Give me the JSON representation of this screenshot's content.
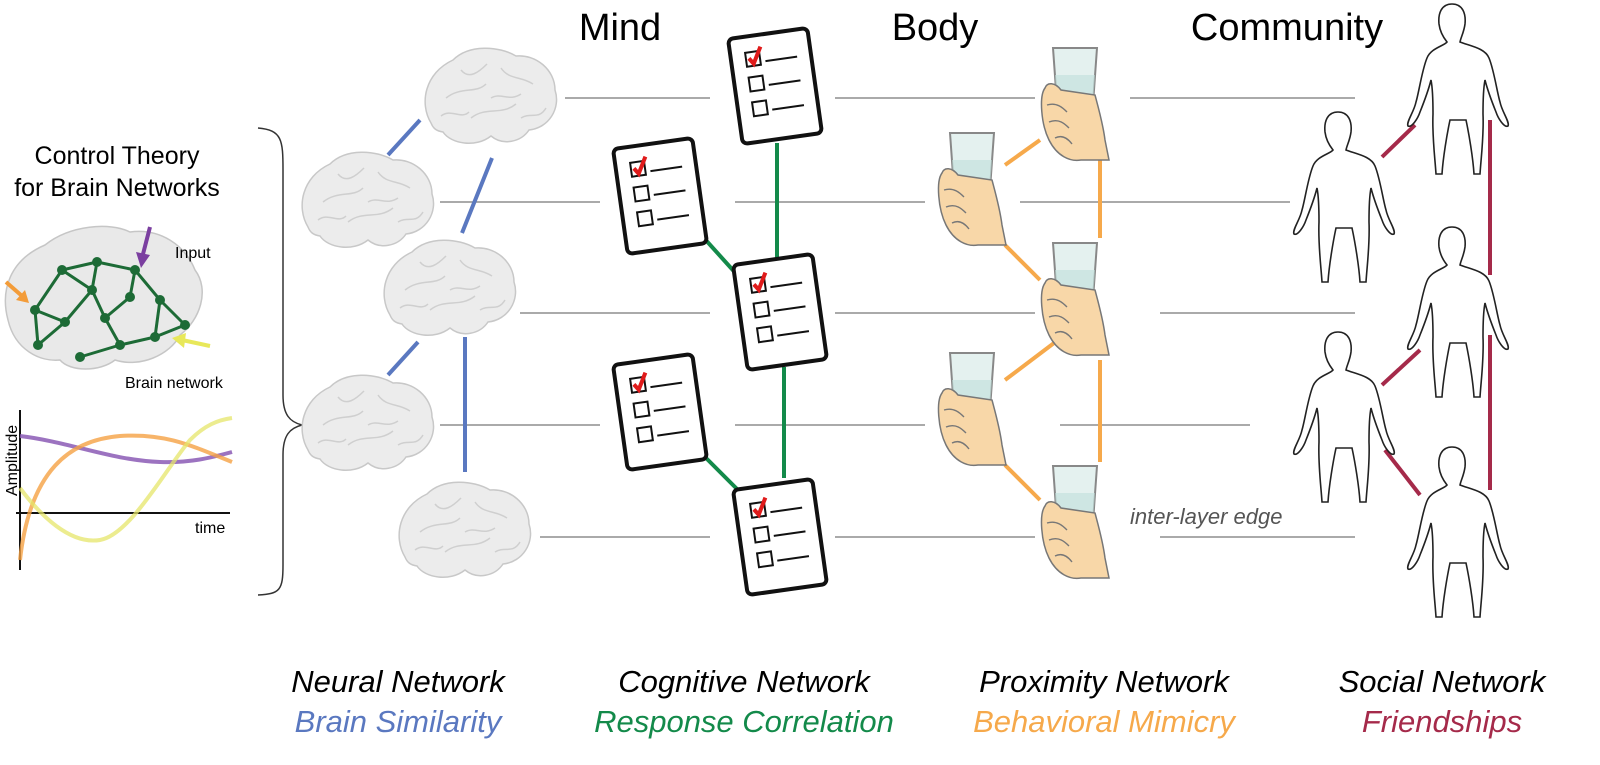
{
  "headers": {
    "mind": "Mind",
    "body": "Body",
    "community": "Community"
  },
  "control_theory": {
    "title_line1": "Control Theory",
    "title_line2": "for Brain Networks",
    "input_label": "Input",
    "network_label": "Brain network",
    "y_axis_label": "Amplitude",
    "x_axis_label": "time"
  },
  "edge_label": "inter-layer edge",
  "captions": [
    {
      "name": "Neural Network",
      "subtitle": "Brain Similarity",
      "color": "#5a78c0"
    },
    {
      "name": "Cognitive Network",
      "subtitle": "Response Correlation",
      "color": "#138a4a"
    },
    {
      "name": "Proximity Network",
      "subtitle": "Behavioral Mimicry",
      "color": "#f6a94b"
    },
    {
      "name": "Social Network",
      "subtitle": "Friendships",
      "color": "#a52a4a"
    }
  ],
  "colors": {
    "neural": "#5a78c0",
    "cognitive": "#138a4a",
    "proximity": "#f6a94b",
    "social": "#a52a4a",
    "brain_node": "#1d6b36",
    "inter_layer": "#777777",
    "check": "#e01b1b",
    "hand": "#f8d7a8"
  },
  "icons": [
    "brain-icon",
    "checklist-icon",
    "hand-with-glass-icon",
    "person-silhouette-icon"
  ]
}
